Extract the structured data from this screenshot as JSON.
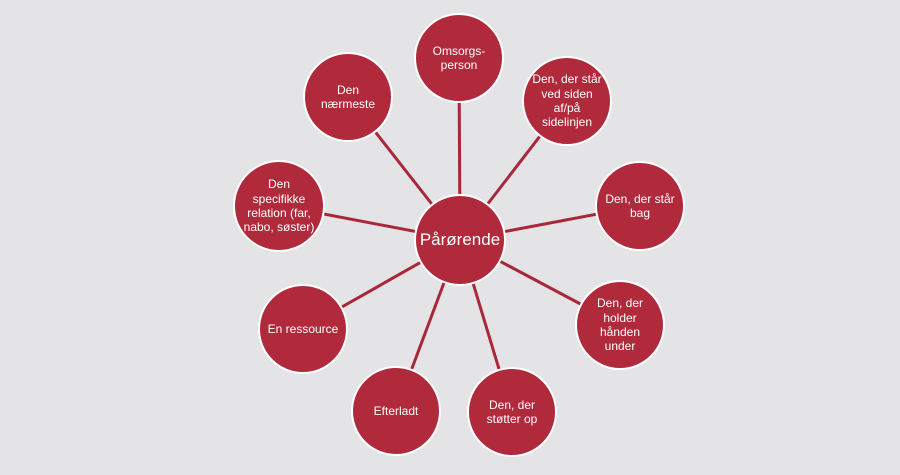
{
  "colors": {
    "background": "#e4e4e6",
    "node_fill": "#b02a3c",
    "node_border": "#ffffff",
    "link": "#a8283a",
    "text": "#ffffff"
  },
  "diagram": {
    "center": {
      "label": "Pårørende"
    },
    "nodes": [
      {
        "label": "Omsorgs-\nperson"
      },
      {
        "label": "Den, der står\nved siden\naf/på\nsidelinjen"
      },
      {
        "label": "Den, der står\nbag"
      },
      {
        "label": "Den, der\nholder\nhånden\nunder"
      },
      {
        "label": "Den, der\nstøtter op"
      },
      {
        "label": "Efterladt"
      },
      {
        "label": "En ressource"
      },
      {
        "label": "Den\nspecifikke\nrelation (far,\nnabo, søster)"
      },
      {
        "label": "Den\nnærmeste"
      }
    ]
  }
}
